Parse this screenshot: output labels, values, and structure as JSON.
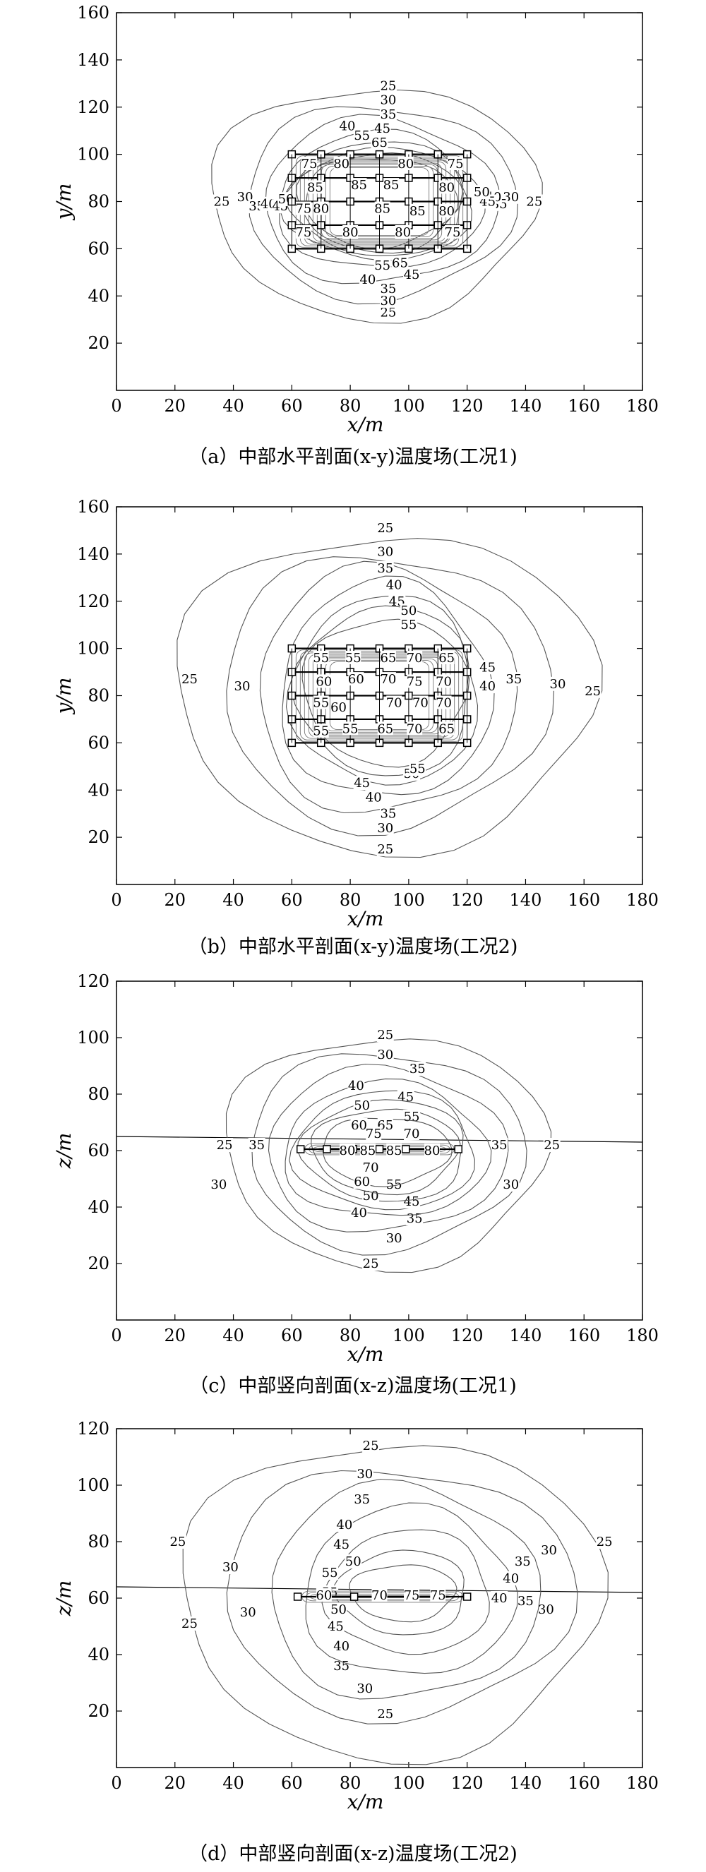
{
  "chart_data": [
    {
      "type": "contour",
      "caption": "（a）中部水平剖面(x-y)温度场(工况1)",
      "xlabel": "x/m",
      "ylabel": "y/m",
      "xlim": [
        0,
        180
      ],
      "ylim": [
        0,
        160
      ],
      "xticks": [
        0,
        20,
        40,
        60,
        80,
        100,
        120,
        140,
        160,
        180
      ],
      "yticks": [
        20,
        40,
        60,
        80,
        100,
        120,
        140,
        160
      ],
      "grid_box": {
        "x": [
          60,
          120
        ],
        "y": [
          60,
          100
        ]
      },
      "contours": [
        {
          "level": 25,
          "center": [
            88,
            80
          ],
          "rx": 56,
          "ry": 49,
          "labels": [
            [
              93,
              129
            ],
            [
              36,
              80
            ],
            [
              143,
              80
            ],
            [
              93,
              33
            ]
          ]
        },
        {
          "level": 30,
          "center": [
            90,
            80
          ],
          "rx": 46,
          "ry": 41,
          "labels": [
            [
              93,
              123
            ],
            [
              44,
              82
            ],
            [
              135,
              82
            ],
            [
              93,
              38
            ]
          ]
        },
        {
          "level": 35,
          "center": [
            90,
            80
          ],
          "rx": 40,
          "ry": 35,
          "labels": [
            [
              93,
              117
            ],
            [
              48,
              78
            ],
            [
              131,
              79
            ],
            [
              93,
              43
            ]
          ]
        },
        {
          "level": 40,
          "center": [
            90,
            80
          ],
          "rx": 35,
          "ry": 29,
          "labels": [
            [
              79,
              112
            ],
            [
              52,
              79
            ],
            [
              129,
              82
            ],
            [
              86,
              47
            ]
          ]
        },
        {
          "level": 45,
          "center": [
            90,
            80
          ],
          "rx": 32,
          "ry": 25,
          "labels": [
            [
              91,
              111
            ],
            [
              56,
              78
            ],
            [
              127,
              80
            ],
            [
              101,
              49
            ]
          ]
        },
        {
          "level": 50,
          "center": [
            90,
            80
          ],
          "rx": 30,
          "ry": 23,
          "labels": [
            [
              58,
              81
            ],
            [
              125,
              84
            ]
          ]
        },
        {
          "level": 55,
          "center": [
            90,
            80
          ],
          "rx": 28,
          "ry": 21,
          "labels": [
            [
              84,
              108
            ],
            [
              91,
              53
            ]
          ]
        },
        {
          "level": 65,
          "center": [
            90,
            80
          ],
          "rx": 26,
          "ry": 19,
          "labels": [
            [
              90,
              105
            ],
            [
              97,
              54
            ]
          ]
        }
      ],
      "inner_labels": [
        {
          "text": "75",
          "at": [
            66,
            96
          ]
        },
        {
          "text": "80",
          "at": [
            77,
            96
          ]
        },
        {
          "text": "80",
          "at": [
            99,
            96
          ]
        },
        {
          "text": "75",
          "at": [
            116,
            96
          ]
        },
        {
          "text": "85",
          "at": [
            68,
            86
          ]
        },
        {
          "text": "85",
          "at": [
            83,
            87
          ]
        },
        {
          "text": "85",
          "at": [
            94,
            87
          ]
        },
        {
          "text": "80",
          "at": [
            113,
            86
          ]
        },
        {
          "text": "75",
          "at": [
            64,
            77
          ]
        },
        {
          "text": "80",
          "at": [
            70,
            77
          ]
        },
        {
          "text": "85",
          "at": [
            91,
            77
          ]
        },
        {
          "text": "85",
          "at": [
            103,
            76
          ]
        },
        {
          "text": "80",
          "at": [
            113,
            76
          ]
        },
        {
          "text": "75",
          "at": [
            64,
            67
          ]
        },
        {
          "text": "80",
          "at": [
            80,
            67
          ]
        },
        {
          "text": "80",
          "at": [
            98,
            67
          ]
        },
        {
          "text": "75",
          "at": [
            115,
            67
          ]
        }
      ]
    },
    {
      "type": "contour",
      "caption": "（b）中部水平剖面(x-y)温度场(工况2)",
      "xlabel": "x/m",
      "ylabel": "y/m",
      "xlim": [
        0,
        180
      ],
      "ylim": [
        0,
        160
      ],
      "xticks": [
        0,
        20,
        40,
        60,
        80,
        100,
        120,
        140,
        160,
        180
      ],
      "yticks": [
        20,
        40,
        60,
        80,
        100,
        120,
        140,
        160
      ],
      "grid_box": {
        "x": [
          60,
          120
        ],
        "y": [
          60,
          100
        ]
      },
      "contours": [
        {
          "level": 25,
          "center": [
            92,
            82
          ],
          "rx": 72,
          "ry": 67,
          "labels": [
            [
              92,
              151
            ],
            [
              25,
              87
            ],
            [
              163,
              82
            ],
            [
              92,
              15
            ]
          ]
        },
        {
          "level": 30,
          "center": [
            92,
            82
          ],
          "rx": 56,
          "ry": 58,
          "labels": [
            [
              92,
              141
            ],
            [
              43,
              84
            ],
            [
              151,
              85
            ],
            [
              92,
              24
            ]
          ]
        },
        {
          "level": 35,
          "center": [
            92,
            82
          ],
          "rx": 44,
          "ry": 52,
          "labels": [
            [
              92,
              134
            ],
            [
              136,
              87
            ],
            [
              93,
              30
            ]
          ]
        },
        {
          "level": 40,
          "center": [
            92,
            82
          ],
          "rx": 36,
          "ry": 46,
          "labels": [
            [
              95,
              127
            ],
            [
              127,
              84
            ],
            [
              88,
              37
            ]
          ]
        },
        {
          "level": 45,
          "center": [
            92,
            82
          ],
          "rx": 32,
          "ry": 40,
          "labels": [
            [
              96,
              120
            ],
            [
              127,
              92
            ],
            [
              84,
              43
            ]
          ]
        },
        {
          "level": 50,
          "center": [
            92,
            82
          ],
          "rx": 30,
          "ry": 36,
          "labels": [
            [
              100,
              116
            ],
            [
              101,
              47
            ]
          ]
        },
        {
          "level": 55,
          "center": [
            92,
            82
          ],
          "rx": 28,
          "ry": 31,
          "labels": [
            [
              100,
              110
            ],
            [
              103,
              49
            ]
          ]
        }
      ],
      "inner_labels": [
        {
          "text": "55",
          "at": [
            70,
            96
          ]
        },
        {
          "text": "55",
          "at": [
            81,
            96
          ]
        },
        {
          "text": "65",
          "at": [
            93,
            96
          ]
        },
        {
          "text": "70",
          "at": [
            102,
            96
          ]
        },
        {
          "text": "65",
          "at": [
            113,
            96
          ]
        },
        {
          "text": "60",
          "at": [
            71,
            86
          ]
        },
        {
          "text": "60",
          "at": [
            82,
            87
          ]
        },
        {
          "text": "70",
          "at": [
            93,
            87
          ]
        },
        {
          "text": "75",
          "at": [
            102,
            86
          ]
        },
        {
          "text": "70",
          "at": [
            112,
            86
          ]
        },
        {
          "text": "55",
          "at": [
            70,
            77
          ]
        },
        {
          "text": "60",
          "at": [
            76,
            75
          ]
        },
        {
          "text": "70",
          "at": [
            95,
            77
          ]
        },
        {
          "text": "70",
          "at": [
            104,
            77
          ]
        },
        {
          "text": "70",
          "at": [
            112,
            77
          ]
        },
        {
          "text": "55",
          "at": [
            70,
            65
          ]
        },
        {
          "text": "55",
          "at": [
            80,
            66
          ]
        },
        {
          "text": "65",
          "at": [
            92,
            66
          ]
        },
        {
          "text": "70",
          "at": [
            102,
            66
          ]
        },
        {
          "text": "65",
          "at": [
            113,
            66
          ]
        }
      ]
    },
    {
      "type": "contour",
      "caption": "（c）中部竖向剖面(x-z)温度场(工况1)",
      "xlabel": "x/m",
      "ylabel": "z/m",
      "xlim": [
        0,
        180
      ],
      "ylim": [
        0,
        120
      ],
      "xticks": [
        0,
        20,
        40,
        60,
        80,
        100,
        120,
        140,
        160,
        180
      ],
      "yticks": [
        20,
        40,
        60,
        80,
        100,
        120
      ],
      "ground_line": {
        "x": [
          0,
          180
        ],
        "z": [
          65,
          63
        ]
      },
      "grid_box": {
        "x": [
          63,
          117
        ],
        "y": [
          58,
          63
        ]
      },
      "contours": [
        {
          "level": 25,
          "center": [
            92,
            60
          ],
          "rx": 55,
          "ry": 41,
          "labels": [
            [
              92,
              101
            ],
            [
              37,
              62
            ],
            [
              149,
              62
            ],
            [
              87,
              20
            ]
          ]
        },
        {
          "level": 30,
          "center": [
            92,
            60
          ],
          "rx": 47,
          "ry": 35,
          "labels": [
            [
              92,
              94
            ],
            [
              35,
              48
            ],
            [
              135,
              48
            ],
            [
              95,
              29
            ]
          ]
        },
        {
          "level": 35,
          "center": [
            92,
            60
          ],
          "rx": 41,
          "ry": 29,
          "labels": [
            [
              103,
              89
            ],
            [
              48,
              62
            ],
            [
              131,
              62
            ],
            [
              102,
              36
            ]
          ]
        },
        {
          "level": 40,
          "center": [
            92,
            60
          ],
          "rx": 35,
          "ry": 24,
          "labels": [
            [
              82,
              83
            ],
            [
              83,
              38
            ]
          ]
        },
        {
          "level": 45,
          "center": [
            92,
            60
          ],
          "rx": 31,
          "ry": 21,
          "labels": [
            [
              99,
              79
            ],
            [
              101,
              42
            ]
          ]
        },
        {
          "level": 50,
          "center": [
            92,
            60
          ],
          "rx": 28,
          "ry": 18,
          "labels": [
            [
              84,
              76
            ],
            [
              87,
              44
            ]
          ]
        },
        {
          "level": 55,
          "center": [
            92,
            60
          ],
          "rx": 25,
          "ry": 15,
          "labels": [
            [
              101,
              72
            ],
            [
              95,
              48
            ]
          ]
        },
        {
          "level": 60,
          "center": [
            92,
            60
          ],
          "rx": 22,
          "ry": 12,
          "labels": [
            [
              83,
              69
            ],
            [
              84,
              49
            ]
          ]
        }
      ],
      "inner_labels": [
        {
          "text": "65",
          "at": [
            92,
            69
          ]
        },
        {
          "text": "75",
          "at": [
            88,
            66
          ]
        },
        {
          "text": "70",
          "at": [
            101,
            66
          ]
        },
        {
          "text": "80",
          "at": [
            79,
            60
          ]
        },
        {
          "text": "85",
          "at": [
            86,
            60
          ]
        },
        {
          "text": "85",
          "at": [
            95,
            60
          ]
        },
        {
          "text": "80",
          "at": [
            108,
            60
          ]
        },
        {
          "text": "70",
          "at": [
            87,
            54
          ]
        }
      ]
    },
    {
      "type": "contour",
      "caption": "（d）中部竖向剖面(x-z)温度场(工况2)",
      "xlabel": "x/m",
      "ylabel": "z/m",
      "xlim": [
        0,
        180
      ],
      "ylim": [
        0,
        120
      ],
      "xticks": [
        0,
        20,
        40,
        60,
        80,
        100,
        120,
        140,
        160,
        180
      ],
      "yticks": [
        20,
        40,
        60,
        80,
        100,
        120
      ],
      "ground_line": {
        "x": [
          0,
          180
        ],
        "z": [
          64,
          62
        ]
      },
      "grid_box": {
        "x": [
          62,
          120
        ],
        "y": [
          58,
          63
        ]
      },
      "contours": [
        {
          "level": 25,
          "center": [
            94,
            60
          ],
          "rx": 72,
          "ry": 56,
          "labels": [
            [
              87,
              114
            ],
            [
              21,
              80
            ],
            [
              167,
              80
            ],
            [
              25,
              51
            ],
            [
              92,
              19
            ]
          ]
        },
        {
          "level": 30,
          "center": [
            96,
            62
          ],
          "rx": 60,
          "ry": 44,
          "labels": [
            [
              85,
              104
            ],
            [
              39,
              71
            ],
            [
              148,
              77
            ],
            [
              45,
              55
            ],
            [
              147,
              56
            ],
            [
              85,
              28
            ]
          ]
        },
        {
          "level": 35,
          "center": [
            98,
            62
          ],
          "rx": 46,
          "ry": 38,
          "labels": [
            [
              84,
              95
            ],
            [
              139,
              73
            ],
            [
              140,
              59
            ],
            [
              77,
              36
            ]
          ]
        },
        {
          "level": 40,
          "center": [
            100,
            62
          ],
          "rx": 36,
          "ry": 30,
          "labels": [
            [
              78,
              86
            ],
            [
              135,
              67
            ],
            [
              131,
              60
            ],
            [
              77,
              43
            ]
          ]
        },
        {
          "level": 45,
          "center": [
            100,
            62
          ],
          "rx": 28,
          "ry": 22,
          "labels": [
            [
              77,
              79
            ],
            [
              75,
              50
            ]
          ]
        },
        {
          "level": 50,
          "center": [
            98,
            62
          ],
          "rx": 22,
          "ry": 15,
          "labels": [
            [
              81,
              73
            ],
            [
              76,
              56
            ]
          ]
        },
        {
          "level": 55,
          "center": [
            98,
            62
          ],
          "rx": 18,
          "ry": 10,
          "labels": [
            [
              73,
              69
            ],
            [
              73,
              62
            ]
          ]
        }
      ],
      "inner_labels": [
        {
          "text": "60",
          "at": [
            71,
            61
          ]
        },
        {
          "text": "70",
          "at": [
            90,
            61
          ]
        },
        {
          "text": "75",
          "at": [
            101,
            61
          ]
        },
        {
          "text": "75",
          "at": [
            110,
            61
          ]
        }
      ]
    }
  ]
}
